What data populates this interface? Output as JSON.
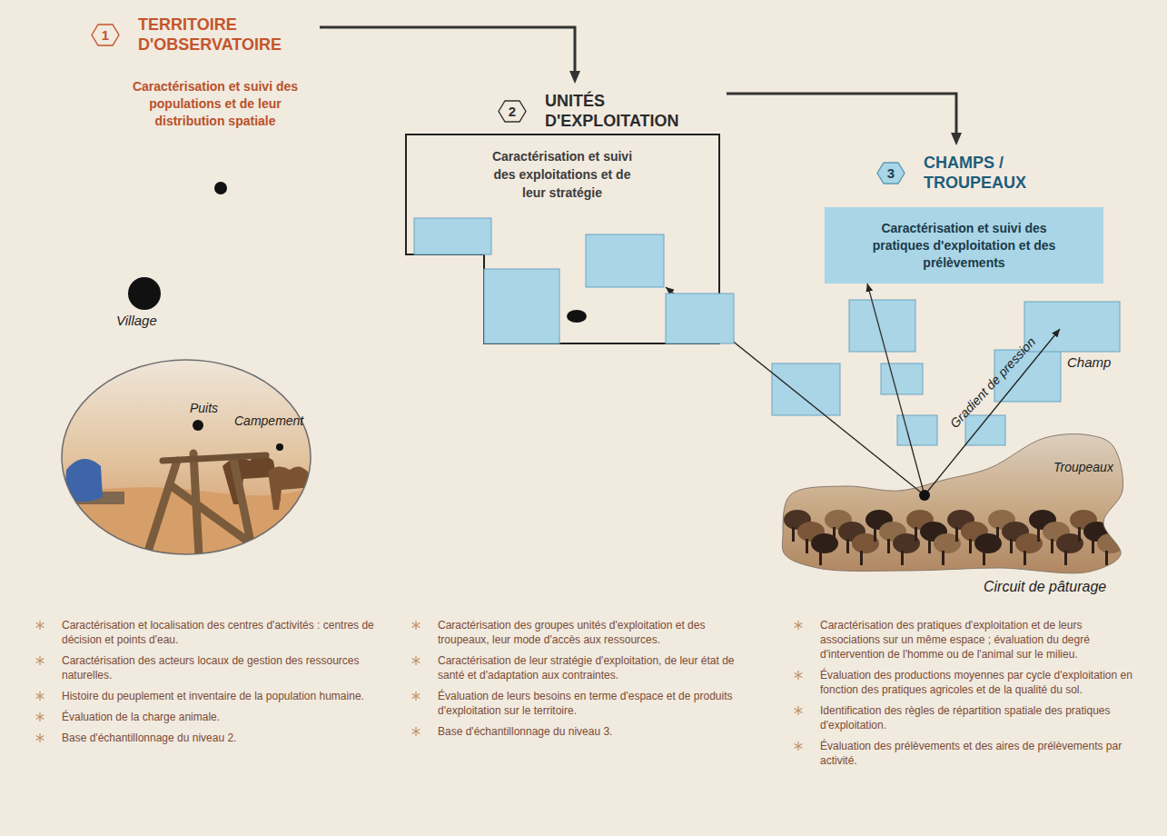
{
  "diagram": {
    "nodes": [
      {
        "text": [
          "1",
          "TERRITOIRE D'OBSERVATOIRE"
        ]
      },
      {
        "text": [
          "2",
          "UNITÉS D'EXPLOITATION"
        ]
      },
      {
        "text": [
          "Caractérisation et suivi des exploitations et de leur stratégie"
        ]
      },
      {
        "text": [
          "3",
          "CHAMPS / TROUPEAUX"
        ]
      },
      {
        "text": [
          "Caractérisation et suivi des pratiques d'exploitation et des prélèvements"
        ]
      },
      {
        "text": [
          "Puits",
          "Campement"
        ]
      },
      {
        "text": [
          "Troupeaux"
        ]
      }
    ],
    "edges": [
      {
        "from": 0,
        "to": 1,
        "arrow": "to"
      },
      {
        "from": 1,
        "to": 3,
        "arrow": "to"
      },
      {
        "from": 6,
        "to": 4,
        "arrow": "to"
      }
    ],
    "labels": [
      "Caractérisation et suivi des populations et de leur distribution spatiale",
      "Village",
      "Gradient de pression",
      "Champ",
      "Circuit de pâturage",
      "Caractérisation et localisation des centres d'activités : centres de décision et points d'eau.",
      "Caractérisation des acteurs locaux de gestion des ressources naturelles.",
      "Histoire du peuplement et inventaire de la population humaine.",
      "Évaluation de la charge animale.",
      "Base d'échantillonnage du niveau 2.",
      "Caractérisation des groupes unités d'exploitation et des troupeaux, leur mode d'accès aux ressources.",
      "Caractérisation de leur stratégie d'exploitation, de leur état de santé et d'adaptation aux contraintes.",
      "Évaluation de leurs besoins en terme d'espace et de produits d'exploitation sur le territoire.",
      "Base d'échantillonnage du niveau 3.",
      "Caractérisation des pratiques d'exploitation et de leurs associations sur un même espace ; évaluation du degré d'intervention de l'homme ou de l'animal sur le milieu.",
      "Évaluation des productions moyennes par cycle d'exploitation en fonction des pratiques agricoles et de la qualité du sol.",
      "Identification des règles de répartition spatiale des pratiques d'exploitation.",
      "Évaluation des prélèvements et des aires de prélèvements par activité."
    ]
  }
}
